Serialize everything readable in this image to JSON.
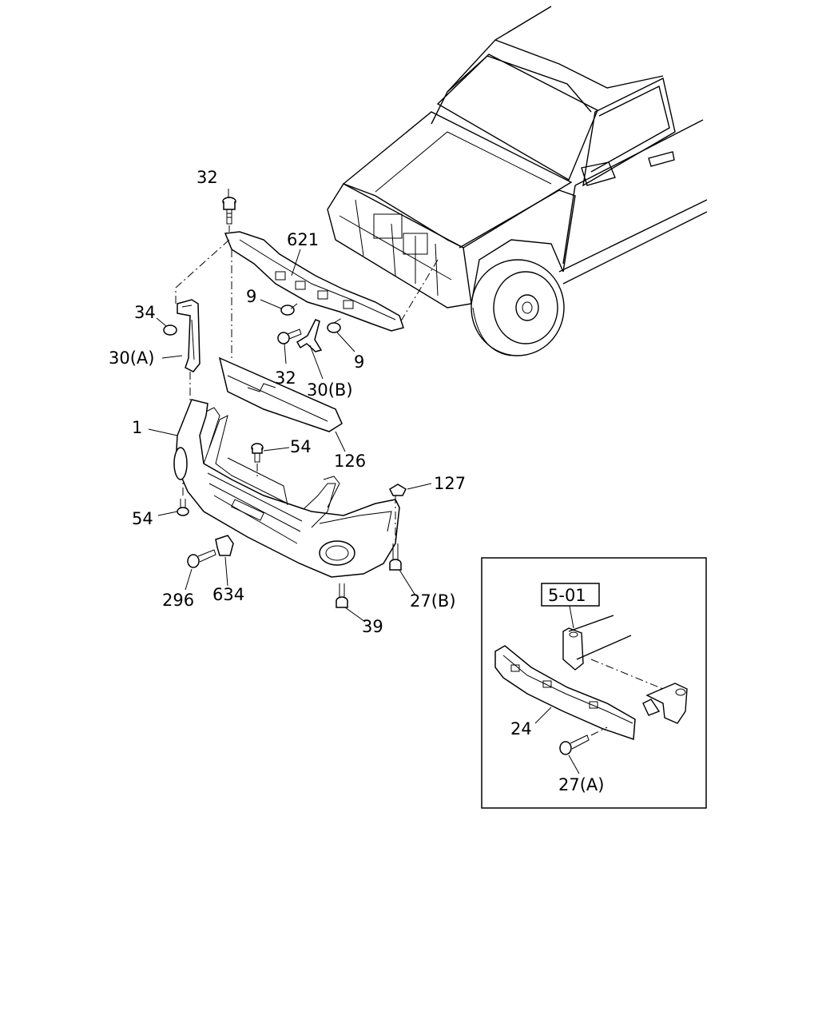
{
  "callouts": {
    "c32_top": "32",
    "c621": "621",
    "c9_left": "9",
    "c34": "34",
    "c30a": "30(A)",
    "c32_mid": "32",
    "c30b": "30(B)",
    "c9_right": "9",
    "c1": "1",
    "c54_top": "54",
    "c126": "126",
    "c127": "127",
    "c54_left": "54",
    "c296": "296",
    "c634": "634",
    "c39": "39",
    "c27b": "27(B)"
  },
  "inset": {
    "ref_box": "5-01",
    "c24": "24",
    "c27a": "27(A)"
  }
}
